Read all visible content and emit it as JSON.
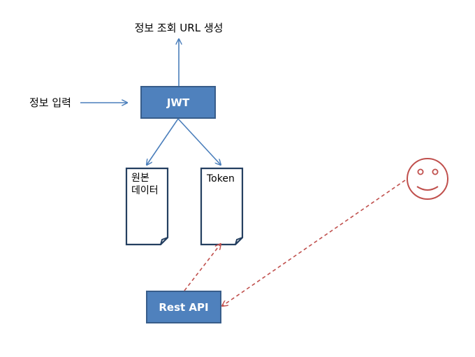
{
  "labels": {
    "top": "정보 조회 URL 생성",
    "left": "정보 입력"
  },
  "boxes": {
    "jwt": "JWT",
    "rest_api": "Rest API"
  },
  "documents": {
    "original_line1": "원본",
    "original_line2": "데이터",
    "token": "Token"
  },
  "icons": {
    "smiley": "smiley-face-icon"
  },
  "colors": {
    "box_fill": "#4F81BD",
    "box_stroke": "#385D8A",
    "arrow_solid": "#4A7EBB",
    "doc_stroke": "#243F60",
    "arrow_dashed": "#C0504D",
    "smiley": "#C0504D"
  }
}
